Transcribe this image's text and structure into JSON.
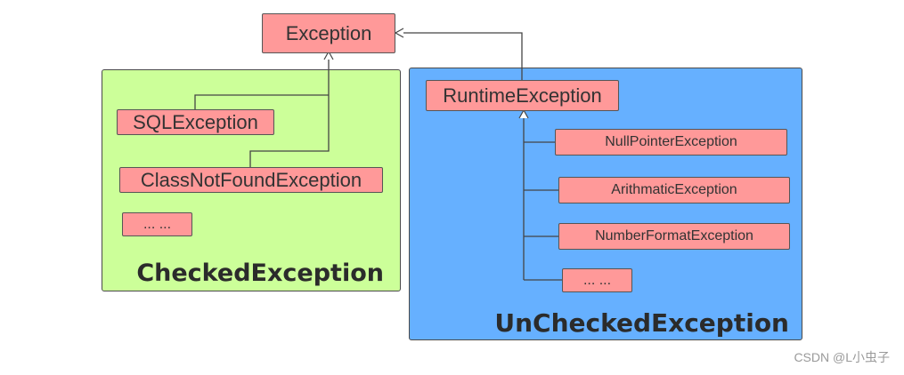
{
  "root": {
    "label": "Exception"
  },
  "checked": {
    "title": "CheckedException",
    "items": [
      "SQLException",
      "ClassNotFoundException",
      "... ..."
    ]
  },
  "unchecked": {
    "title": "UnCheckedException",
    "parent": "RuntimeException",
    "items": [
      "NullPointerException",
      "ArithmaticException",
      "NumberFormatException",
      "... ..."
    ]
  },
  "colors": {
    "node_fill": "#ff9999",
    "checked_bg": "#ccff99",
    "unchecked_bg": "#66b0ff",
    "line": "#444444"
  },
  "watermark": "CSDN @L小虫子"
}
